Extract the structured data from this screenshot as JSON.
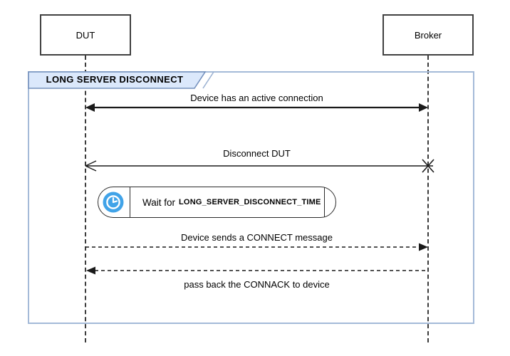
{
  "diagram": {
    "frame_title": "LONG SERVER DISCONNECT",
    "actors": [
      {
        "label": "DUT"
      },
      {
        "label": "Broker"
      }
    ],
    "messages": [
      {
        "text": "Device has an active connection",
        "from": "DUT",
        "to": "Broker",
        "arrow": "solid-double-headed"
      },
      {
        "text": "Disconnect DUT",
        "from": "Broker",
        "to": "DUT",
        "arrow": "thin-open-arrow-with-x-end"
      },
      {
        "text": "Device sends a CONNECT message",
        "from": "DUT",
        "to": "Broker",
        "arrow": "dashed-solid-head-right"
      },
      {
        "text": "pass back the CONNACK to device",
        "from": "Broker",
        "to": "DUT",
        "arrow": "dashed-solid-head-left"
      }
    ],
    "delay": {
      "prefix": "Wait for",
      "constant": "LONG_SERVER_DISCONNECT_TIME",
      "icon": "clock-icon"
    },
    "colors": {
      "frame_border": "#a4bad8",
      "frame_label_fill": "#dbe8fb",
      "frame_label_border": "#7591bd",
      "clock_icon_blue": "#41a3e8",
      "line_color": "#1a1a1a"
    }
  }
}
